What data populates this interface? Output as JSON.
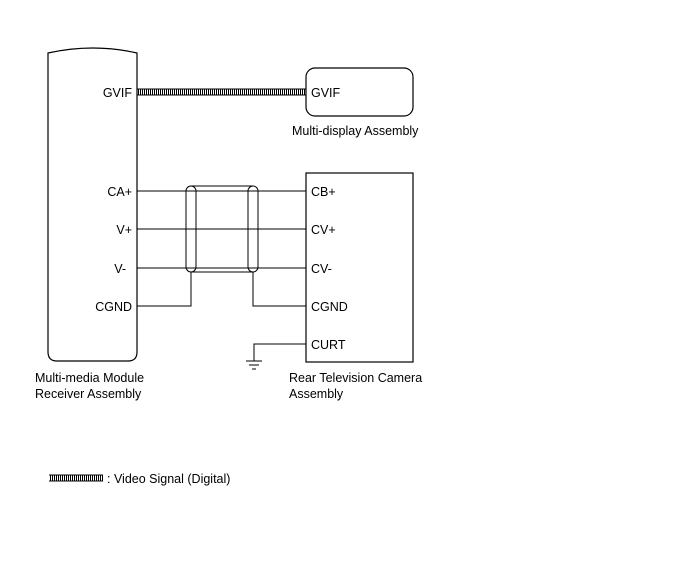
{
  "receiver": {
    "name_line1": "Multi-media Module",
    "name_line2": "Receiver Assembly",
    "pins": [
      "GVIF",
      "CA+",
      "V+",
      "V-",
      "CGND"
    ]
  },
  "display": {
    "name": "Multi-display Assembly",
    "pin": "GVIF"
  },
  "camera": {
    "name_line1": "Rear Television Camera",
    "name_line2": "Assembly",
    "pins": [
      "CB+",
      "CV+",
      "CV-",
      "CGND",
      "CURT"
    ]
  },
  "legend": {
    "text": ": Video Signal (Digital)"
  }
}
